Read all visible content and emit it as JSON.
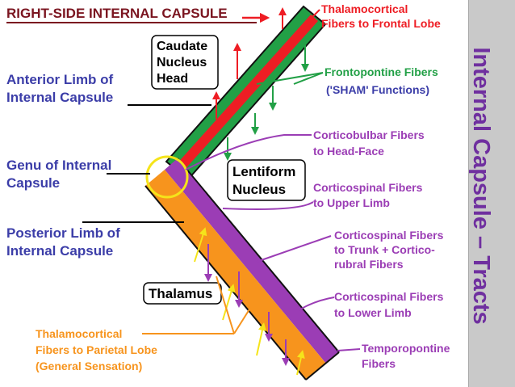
{
  "title": "RIGHT-SIDE INTERNAL CAPSULE",
  "side_title": "Internal Capsule – Tracts",
  "colors": {
    "title": "#7b1520",
    "structure_label": "#3b3da8",
    "fiber_green": "#22a046",
    "fiber_red": "#ee1d24",
    "fiber_purple": "#9b3db5",
    "fiber_orange": "#f7941d",
    "genu_circle": "#f5e41a",
    "side_title": "#6f2f9f"
  },
  "structure_labels": {
    "anterior_limb": [
      "Anterior Limb of",
      "Internal Capsule"
    ],
    "genu": [
      "Genu of Internal",
      "Capsule"
    ],
    "posterior_limb": [
      "Posterior Limb of",
      "Internal Capsule"
    ]
  },
  "box_labels": {
    "caudate": [
      "Caudate",
      "Nucleus",
      "Head"
    ],
    "lentiform": [
      "Lentiform",
      "Nucleus"
    ],
    "thalamus": "Thalamus"
  },
  "fiber_labels": {
    "thalamocortical_frontal": [
      "Thalamocortical",
      "Fibers to Frontal Lobe"
    ],
    "frontopontine": [
      "Frontopontine Fibers",
      "('SHAM' Functions)"
    ],
    "corticobulbar": [
      "Corticobulbar Fibers",
      "to Head-Face"
    ],
    "corticospinal_upper": [
      "Corticospinal Fibers",
      "to Upper Limb"
    ],
    "corticospinal_trunk": [
      "Corticospinal Fibers",
      "to Trunk + Cortico-",
      "rubral Fibers"
    ],
    "corticospinal_lower": [
      "Corticospinal Fibers",
      "to Lower Limb"
    ],
    "temporopontine": [
      "Temporopontine",
      "Fibers"
    ],
    "thalamocortical_parietal": [
      "Thalamocortical",
      "Fibers to Parietal Lobe",
      "(General Sensation)"
    ]
  }
}
